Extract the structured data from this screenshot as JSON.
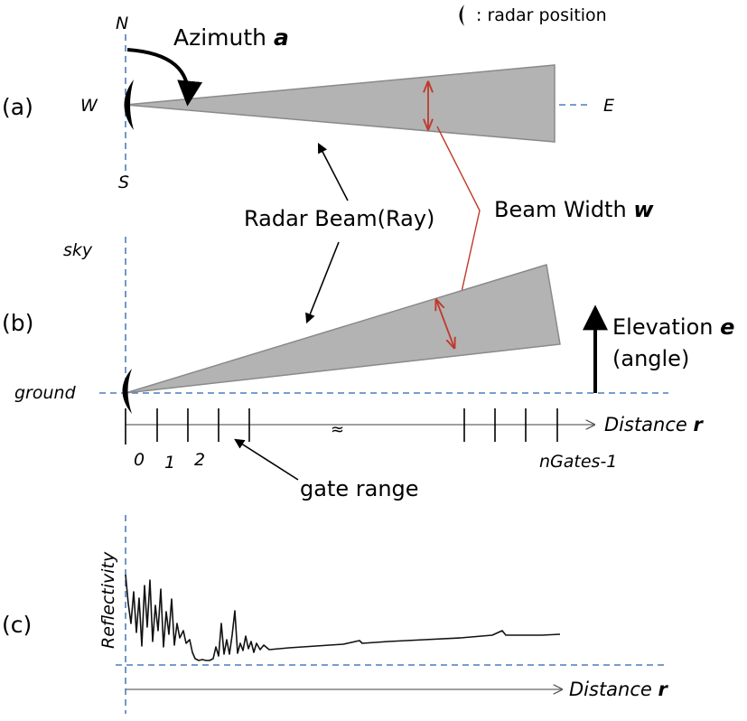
{
  "legend": {
    "radar_symbol": "(",
    "radar_text": ": radar position"
  },
  "compass": {
    "north": "N",
    "south": "S",
    "west": "W",
    "east": "E"
  },
  "panels": {
    "a": "(a)",
    "b": "(b)",
    "c": "(c)"
  },
  "azimuth": {
    "label": "Azimuth",
    "symbol": "a"
  },
  "radar_beam_label": "Radar Beam(Ray)",
  "beam_width": {
    "label": "Beam Width",
    "symbol": "w"
  },
  "elevation": {
    "label": "Elevation",
    "symbol": "e",
    "sub": "(angle)"
  },
  "sky_label": "sky",
  "ground_label": "ground",
  "distance": {
    "label": "Distance",
    "symbol": "r"
  },
  "gates": {
    "g0": "0",
    "g1": "1",
    "g2": "2",
    "last": "nGates-1",
    "range_label": "gate range",
    "break_mark": "≈"
  },
  "reflectivity_label": "Reflectivity",
  "colors": {
    "beam_fill": "#b3b3b3",
    "beam_stroke": "#8a8a8a",
    "guide": "#4a7ebb",
    "beam_width_arrows": "#c0392b"
  }
}
